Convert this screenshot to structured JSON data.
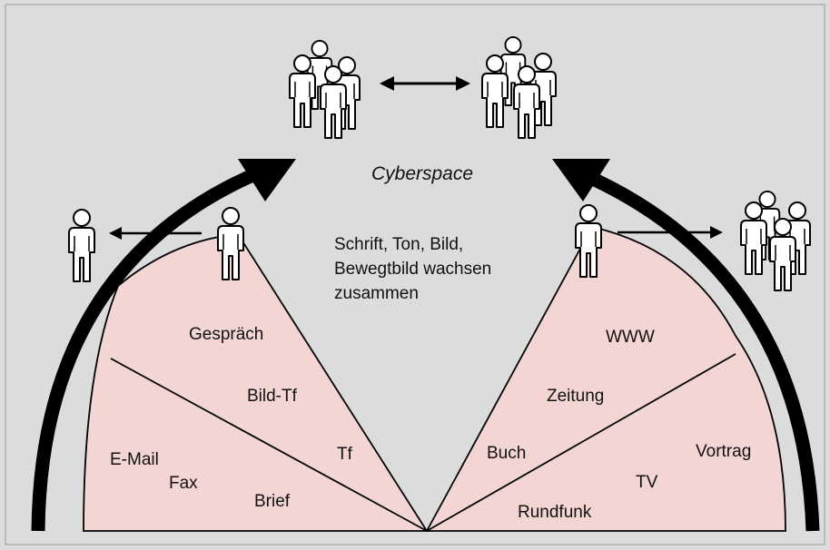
{
  "title": "Cyberspace",
  "center_text": [
    "Schrift, Ton, Bild,",
    "Bewegtbild wachsen",
    "zusammen"
  ],
  "left_segments": {
    "top": "Gespräch",
    "middle": [
      "Bild-Tf",
      "Tf"
    ],
    "bottom": [
      "E-Mail",
      "Fax",
      "Brief"
    ]
  },
  "right_segments": {
    "top": "WWW",
    "middle": "Zeitung",
    "bottom": [
      "Buch",
      "TV",
      "Vortrag",
      "Rundfunk"
    ]
  },
  "colors": {
    "background": "#dcdcdc",
    "segment_fill": "#f3d6d3",
    "stroke": "#000000"
  }
}
